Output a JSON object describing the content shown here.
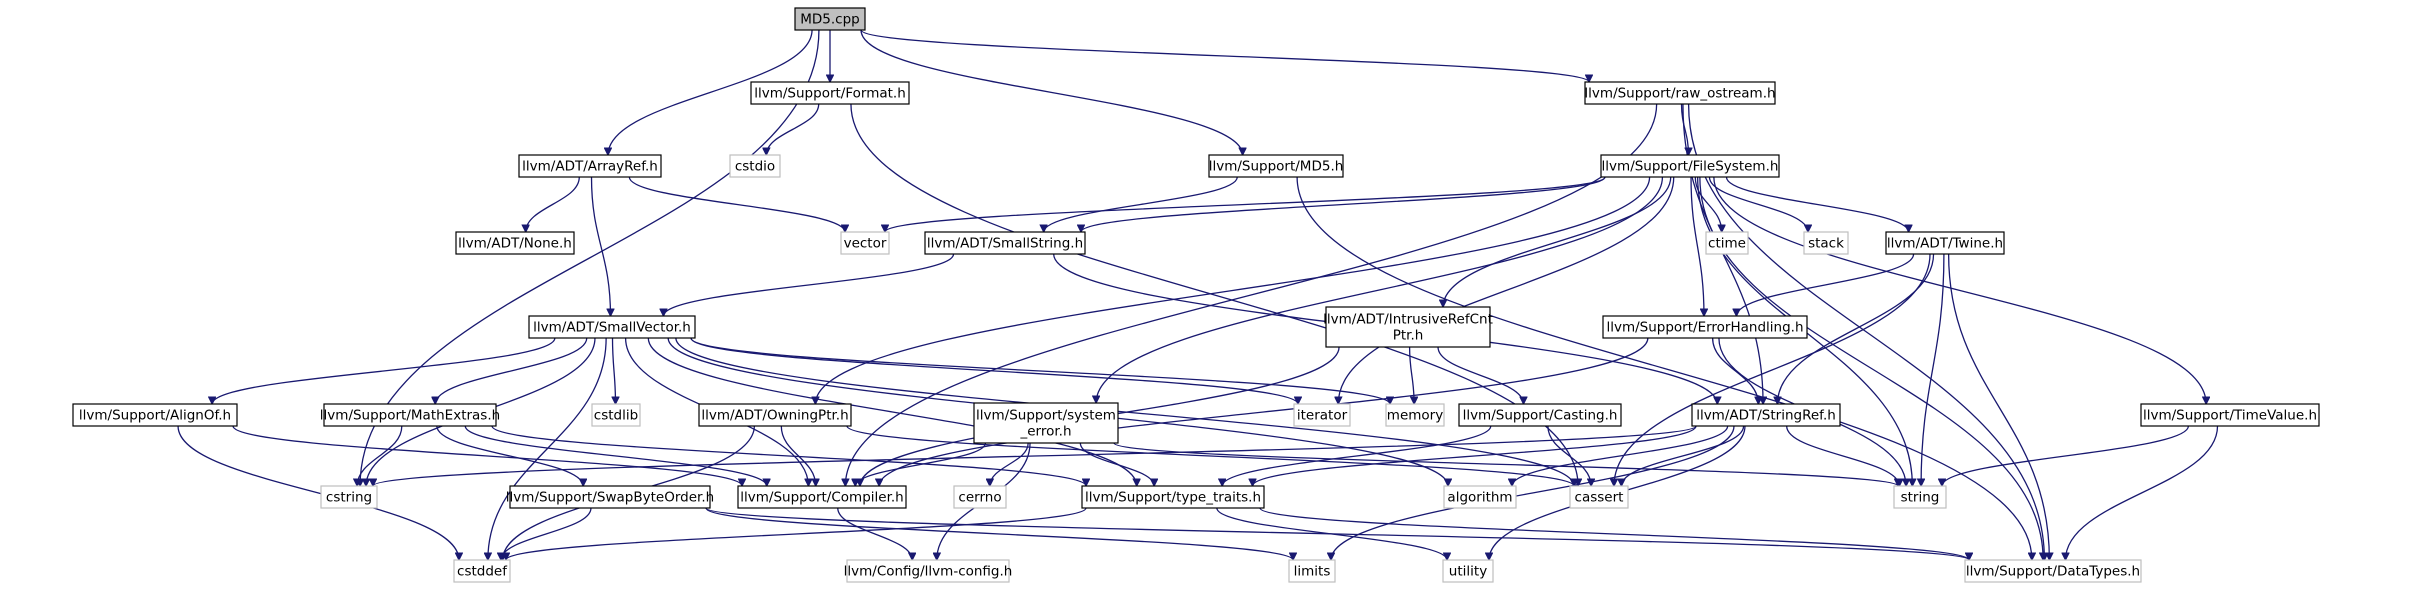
{
  "title": "MD5.cpp",
  "colors": {
    "edge": "#191970",
    "node_border": "#000000",
    "external_border": "#bfbfbf",
    "root_fill": "#bfbfbf",
    "node_fill": "#ffffff",
    "background": "#ffffff"
  },
  "nodes": {
    "md5cpp": {
      "label": "MD5.cpp",
      "kind": "root"
    },
    "format_h": {
      "label": "llvm/Support/Format.h",
      "kind": "header"
    },
    "raw_ostream_h": {
      "label": "llvm/Support/raw_ostream.h",
      "kind": "header"
    },
    "arrayref_h": {
      "label": "llvm/ADT/ArrayRef.h",
      "kind": "header"
    },
    "md5_h": {
      "label": "llvm/Support/MD5.h",
      "kind": "header"
    },
    "cstdio": {
      "label": "cstdio",
      "kind": "external"
    },
    "filesystem_h": {
      "label": "llvm/Support/FileSystem.h",
      "kind": "header"
    },
    "none_h": {
      "label": "llvm/ADT/None.h",
      "kind": "header"
    },
    "vector": {
      "label": "vector",
      "kind": "external"
    },
    "smallstring_h": {
      "label": "llvm/ADT/SmallString.h",
      "kind": "header"
    },
    "ctime": {
      "label": "ctime",
      "kind": "external"
    },
    "stack": {
      "label": "stack",
      "kind": "external"
    },
    "twine_h": {
      "label": "llvm/ADT/Twine.h",
      "kind": "header"
    },
    "smallvector_h": {
      "label": "llvm/ADT/SmallVector.h",
      "kind": "header"
    },
    "intrusive_h": {
      "label": "llvm/ADT/IntrusiveRefCnt\nPtr.h",
      "kind": "header"
    },
    "errorhandling_h": {
      "label": "llvm/Support/ErrorHandling.h",
      "kind": "header"
    },
    "alignof_h": {
      "label": "llvm/Support/AlignOf.h",
      "kind": "header"
    },
    "mathextras_h": {
      "label": "llvm/Support/MathExtras.h",
      "kind": "header"
    },
    "cstdlib": {
      "label": "cstdlib",
      "kind": "external"
    },
    "owningptr_h": {
      "label": "llvm/ADT/OwningPtr.h",
      "kind": "header"
    },
    "system_error_h": {
      "label": "llvm/Support/system\n_error.h",
      "kind": "header"
    },
    "iterator": {
      "label": "iterator",
      "kind": "external"
    },
    "memory": {
      "label": "memory",
      "kind": "external"
    },
    "casting_h": {
      "label": "llvm/Support/Casting.h",
      "kind": "header"
    },
    "stringref_h": {
      "label": "llvm/ADT/StringRef.h",
      "kind": "header"
    },
    "timevalue_h": {
      "label": "llvm/Support/TimeValue.h",
      "kind": "header"
    },
    "cstring": {
      "label": "cstring",
      "kind": "external"
    },
    "swapbyteorder_h": {
      "label": "llvm/Support/SwapByteOrder.h",
      "kind": "header"
    },
    "compiler_h": {
      "label": "llvm/Support/Compiler.h",
      "kind": "header"
    },
    "cerrno": {
      "label": "cerrno",
      "kind": "external"
    },
    "type_traits_h": {
      "label": "llvm/Support/type_traits.h",
      "kind": "header"
    },
    "algorithm": {
      "label": "algorithm",
      "kind": "external"
    },
    "cassert": {
      "label": "cassert",
      "kind": "external"
    },
    "string": {
      "label": "string",
      "kind": "external"
    },
    "cstddef": {
      "label": "cstddef",
      "kind": "external"
    },
    "llvm_config_h": {
      "label": "llvm/Config/llvm-config.h",
      "kind": "external"
    },
    "limits": {
      "label": "limits",
      "kind": "external"
    },
    "utility": {
      "label": "utility",
      "kind": "external"
    },
    "datatypes_h": {
      "label": "llvm/Support/DataTypes.h",
      "kind": "external"
    }
  },
  "edges": [
    [
      "md5cpp",
      "format_h"
    ],
    [
      "md5cpp",
      "raw_ostream_h"
    ],
    [
      "md5cpp",
      "arrayref_h"
    ],
    [
      "md5cpp",
      "md5_h"
    ],
    [
      "md5cpp",
      "cstring"
    ],
    [
      "format_h",
      "cstdio"
    ],
    [
      "format_h",
      "cassert"
    ],
    [
      "raw_ostream_h",
      "filesystem_h"
    ],
    [
      "raw_ostream_h",
      "stringref_h"
    ],
    [
      "raw_ostream_h",
      "compiler_h"
    ],
    [
      "raw_ostream_h",
      "datatypes_h"
    ],
    [
      "arrayref_h",
      "none_h"
    ],
    [
      "arrayref_h",
      "smallvector_h"
    ],
    [
      "arrayref_h",
      "vector"
    ],
    [
      "md5_h",
      "smallstring_h"
    ],
    [
      "md5_h",
      "datatypes_h"
    ],
    [
      "filesystem_h",
      "vector"
    ],
    [
      "filesystem_h",
      "smallstring_h"
    ],
    [
      "filesystem_h",
      "ctime"
    ],
    [
      "filesystem_h",
      "stack"
    ],
    [
      "filesystem_h",
      "twine_h"
    ],
    [
      "filesystem_h",
      "intrusive_h"
    ],
    [
      "filesystem_h",
      "errorhandling_h"
    ],
    [
      "filesystem_h",
      "owningptr_h"
    ],
    [
      "filesystem_h",
      "system_error_h"
    ],
    [
      "filesystem_h",
      "iterator"
    ],
    [
      "filesystem_h",
      "timevalue_h"
    ],
    [
      "filesystem_h",
      "string"
    ],
    [
      "filesystem_h",
      "datatypes_h"
    ],
    [
      "smallstring_h",
      "smallvector_h"
    ],
    [
      "smallstring_h",
      "stringref_h"
    ],
    [
      "twine_h",
      "errorhandling_h"
    ],
    [
      "twine_h",
      "stringref_h"
    ],
    [
      "twine_h",
      "string"
    ],
    [
      "twine_h",
      "cassert"
    ],
    [
      "twine_h",
      "datatypes_h"
    ],
    [
      "smallvector_h",
      "alignof_h"
    ],
    [
      "smallvector_h",
      "mathextras_h"
    ],
    [
      "smallvector_h",
      "cstdlib"
    ],
    [
      "smallvector_h",
      "cstring"
    ],
    [
      "smallvector_h",
      "cstddef"
    ],
    [
      "smallvector_h",
      "compiler_h"
    ],
    [
      "smallvector_h",
      "type_traits_h"
    ],
    [
      "smallvector_h",
      "iterator"
    ],
    [
      "smallvector_h",
      "memory"
    ],
    [
      "smallvector_h",
      "algorithm"
    ],
    [
      "smallvector_h",
      "cassert"
    ],
    [
      "intrusive_h",
      "memory"
    ],
    [
      "intrusive_h",
      "casting_h"
    ],
    [
      "intrusive_h",
      "compiler_h"
    ],
    [
      "errorhandling_h",
      "stringref_h"
    ],
    [
      "errorhandling_h",
      "compiler_h"
    ],
    [
      "errorhandling_h",
      "string"
    ],
    [
      "alignof_h",
      "compiler_h"
    ],
    [
      "alignof_h",
      "cstddef"
    ],
    [
      "mathextras_h",
      "swapbyteorder_h"
    ],
    [
      "mathextras_h",
      "compiler_h"
    ],
    [
      "mathextras_h",
      "cstring"
    ],
    [
      "mathextras_h",
      "type_traits_h"
    ],
    [
      "owningptr_h",
      "compiler_h"
    ],
    [
      "owningptr_h",
      "cassert"
    ],
    [
      "owningptr_h",
      "cstddef"
    ],
    [
      "system_error_h",
      "compiler_h"
    ],
    [
      "system_error_h",
      "cerrno"
    ],
    [
      "system_error_h",
      "type_traits_h"
    ],
    [
      "system_error_h",
      "llvm_config_h"
    ],
    [
      "system_error_h",
      "string"
    ],
    [
      "casting_h",
      "type_traits_h"
    ],
    [
      "casting_h",
      "cassert"
    ],
    [
      "stringref_h",
      "type_traits_h"
    ],
    [
      "stringref_h",
      "algorithm"
    ],
    [
      "stringref_h",
      "cassert"
    ],
    [
      "stringref_h",
      "cstring"
    ],
    [
      "stringref_h",
      "limits"
    ],
    [
      "stringref_h",
      "string"
    ],
    [
      "stringref_h",
      "utility"
    ],
    [
      "timevalue_h",
      "datatypes_h"
    ],
    [
      "timevalue_h",
      "string"
    ],
    [
      "swapbyteorder_h",
      "datatypes_h"
    ],
    [
      "swapbyteorder_h",
      "cstddef"
    ],
    [
      "swapbyteorder_h",
      "limits"
    ],
    [
      "compiler_h",
      "llvm_config_h"
    ],
    [
      "type_traits_h",
      "datatypes_h"
    ],
    [
      "type_traits_h",
      "utility"
    ],
    [
      "type_traits_h",
      "cstddef"
    ]
  ]
}
